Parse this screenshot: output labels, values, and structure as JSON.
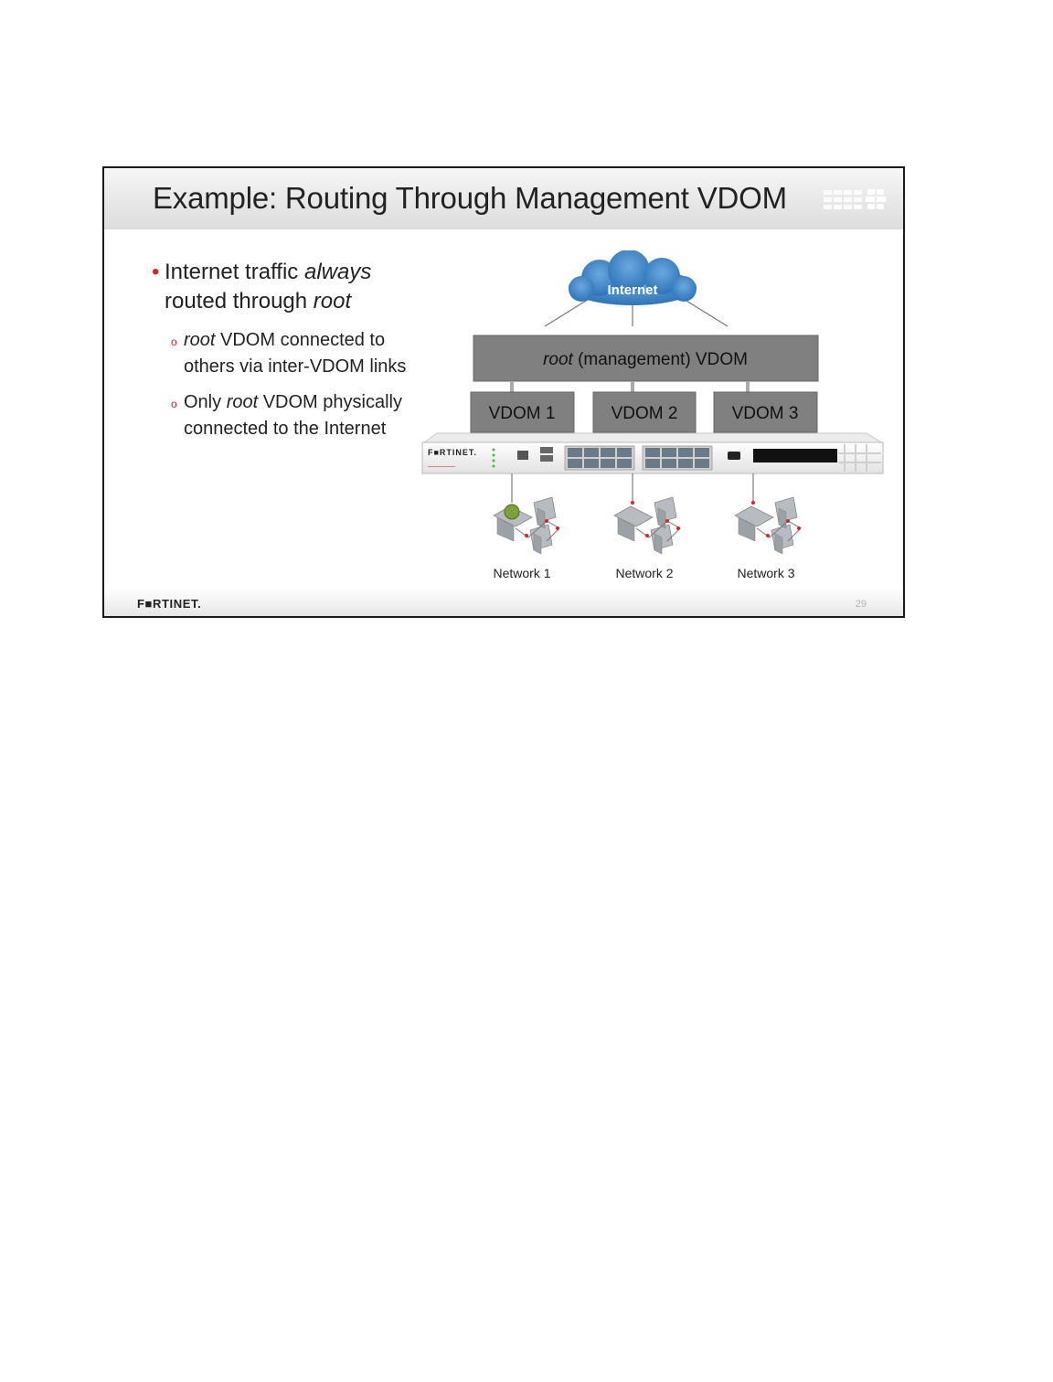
{
  "slide": {
    "title": "Example: Routing Through Management VDOM",
    "page_number": "29",
    "footer_brand": "F■RTINET."
  },
  "bullets": [
    {
      "level": 1,
      "segments": [
        {
          "text": "Internet traffic ",
          "italic": false
        },
        {
          "text": "always",
          "italic": true
        },
        {
          "text": " routed through ",
          "italic": false
        },
        {
          "text": "root",
          "italic": true
        }
      ]
    },
    {
      "level": 2,
      "segments": [
        {
          "text": "root",
          "italic": true
        },
        {
          "text": " VDOM connected to others via inter-VDOM links",
          "italic": false
        }
      ]
    },
    {
      "level": 2,
      "segments": [
        {
          "text": "Only ",
          "italic": false
        },
        {
          "text": "root",
          "italic": true
        },
        {
          "text": " VDOM physically connected to the Internet",
          "italic": false
        }
      ]
    }
  ],
  "diagram": {
    "cloud_label": "Internet",
    "root_vdom": {
      "italic_part": "root",
      "rest": " (management) VDOM"
    },
    "vdoms": [
      "VDOM 1",
      "VDOM 2",
      "VDOM 3"
    ],
    "networks": [
      "Network 1",
      "Network 2",
      "Network 3"
    ],
    "device_brand": "F■RTINET."
  },
  "colors": {
    "accent_red": "#d9232d",
    "vdom_gray": "#808080",
    "cloud_blue": "#3f86c8"
  }
}
